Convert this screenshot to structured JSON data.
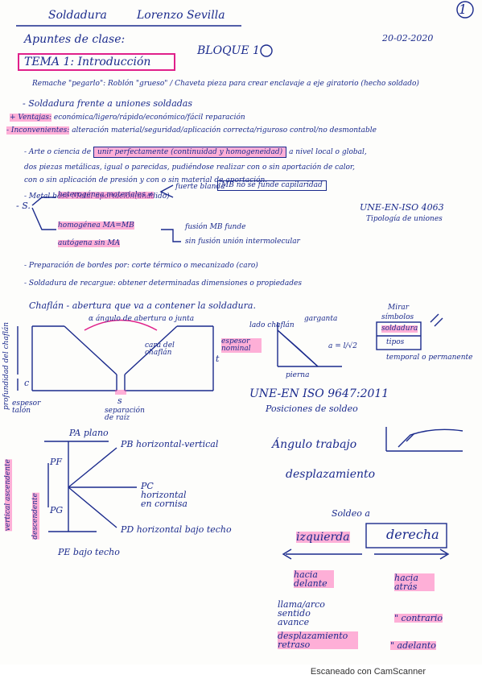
{
  "page_number": "1",
  "header": {
    "subject": "Soldadura",
    "author": "Lorenzo Sevilla",
    "subtitle": "Apuntes de clase:",
    "block": "BLOQUE 1",
    "date": "20-02-2020"
  },
  "topic": "TEMA 1: Introducción",
  "notes": {
    "remache": "Remache \"pegarlo\": Roblón \"grueso\" / Chaveta pieza para crear enclavaje a eje giratorio (hecho soldado)",
    "soldadura_frente": "- Soldadura frente a uniones soldadas",
    "ventajas_label": "+ Ventajas:",
    "ventajas": "económica/ligero/rápido/económico/fácil reparación",
    "inconvenientes_label": "- Inconvenientes:",
    "inconvenientes": "alteración material/seguridad/aplicación correcta/riguroso control/no desmontable",
    "arte_1": "- Arte o ciencia de",
    "arte_box": "unir perfectamente (continuidad y homogeneidad)",
    "arte_2": "a nivel local o global,",
    "arte_3": "dos piezas metálicas, igual o parecidas, pudiéndose realizar con o sin aportación de calor,",
    "arte_4": "con o sin aplicación de presión y con o sin material de aportación.",
    "metal_base": "- Metal base Metal aportación(añadido)",
    "s_dash": "- S.",
    "heterogenea": "heterogénea materiales ≠",
    "fuerte_blanda": "fuerte blanda",
    "mb_no_funde": "MB no se funde capilaridad",
    "homogenea": "homogénea MA=MB",
    "fusion": "fusión MB funde",
    "autogena": "autógena sin MA",
    "sin_fusion": "sin fusión unión intermolecular",
    "une_en_4063": "UNE-EN-ISO 4063",
    "tipologia": "Tipología de uniones",
    "preparacion": "- Preparación de bordes por: corte térmico o mecanizado (caro)",
    "recargue": "- Soldadura de recargue: obtener determinadas dimensiones o propiedades",
    "chaflan": "Chaflán - abertura que va a contener la soldadura.",
    "angulo_apertura": "α ángulo de abertura o junta",
    "profundidad": "profundidad del chaflán",
    "cara_chaflan": "cara del chaflán",
    "espesor_nominal": "espesor nominal",
    "c_label": "c",
    "t_label": "t",
    "espesor_talon": "espesor talón",
    "separacion": "separación de raíz",
    "s_label": "s",
    "garganta": "garganta",
    "pierna": "pierna",
    "a_formula": "a = l/√2",
    "lado_chaflan": "lado chaflán",
    "mirar": "Mirar",
    "simbolos": "símbolos",
    "soldadura_sym": "soldadura",
    "tipos": "tipos",
    "temporal": "temporal o permanente",
    "une_en_9647": "UNE-EN ISO 9647:2011",
    "posiciones": "Posiciones de soldeo",
    "pa": "PA plano",
    "pb": "PB horizontal-vertical",
    "pc": "PC horizontal en cornisa",
    "pd": "PD horizontal bajo techo",
    "pe": "PE bajo techo",
    "pf": "PF",
    "pg": "PG",
    "vertical_asc": "vertical ascendente",
    "descendente": "descendente",
    "angulo_trabajo": "Ángulo trabajo",
    "desplazamiento": "desplazamiento",
    "soldeo_a": "Soldeo a",
    "izquierda": "izquierda",
    "derecha": "derecha",
    "hacia_delante": "hacia delante",
    "hacia_atras": "hacia atrás",
    "llama_arco": "llama/arco sentido avance",
    "contrario": "\" contrario",
    "despl_retraso": "desplazamiento retraso",
    "adelanto": "\" adelanto"
  },
  "footer": "Escaneado con CamScanner"
}
